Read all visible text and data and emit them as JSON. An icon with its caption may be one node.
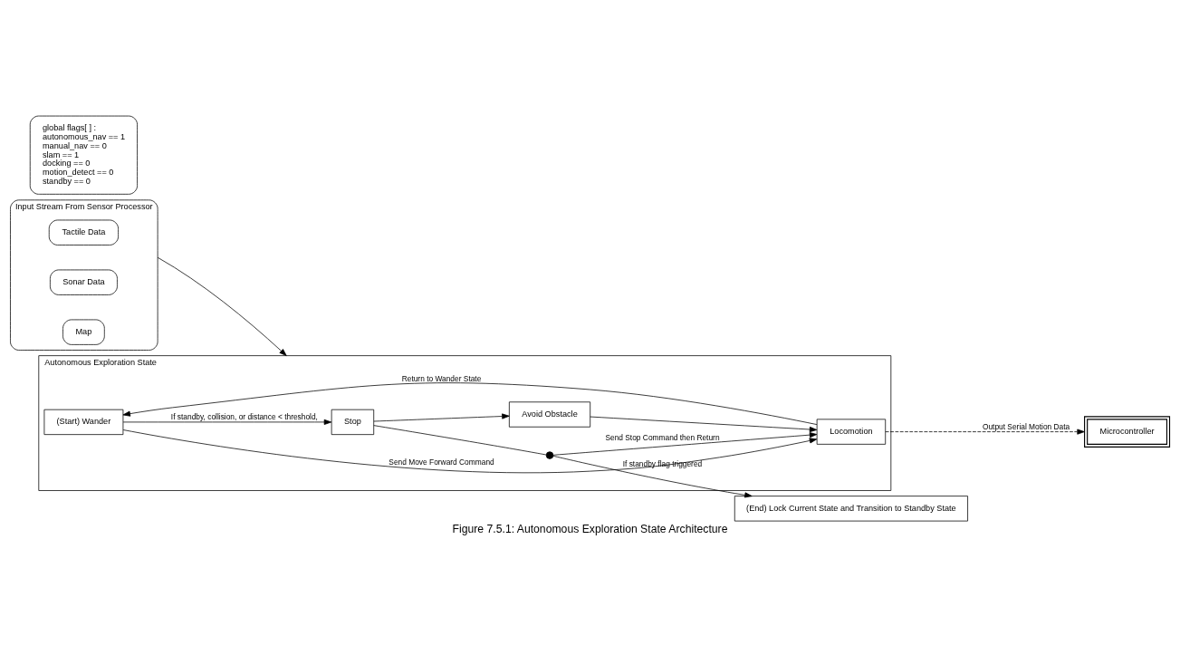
{
  "diagram": {
    "caption": "Figure 7.5.1: Autonomous Exploration State Architecture",
    "nodes": [
      {
        "text": [
          "Input Stream From Sensor Processor"
        ]
      },
      {
        "text": [
          "Tactile Data"
        ],
        "in": 0
      },
      {
        "text": [
          "Sonar Data"
        ],
        "in": 0
      },
      {
        "text": [
          "Map"
        ],
        "in": 0
      },
      {
        "text": [
          "global flags[ ] :",
          "autonomous_nav == 1",
          "manual_nav == 0",
          "slam == 1",
          "docking == 0",
          "motion_detect == 0",
          "standby == 0"
        ]
      },
      {
        "text": [
          "Autonomous Exploration State"
        ]
      },
      {
        "text": [
          "Stop"
        ],
        "in": 5
      },
      {
        "text": [
          "(Start) Wander"
        ],
        "in": 5
      },
      {
        "text": [
          "Avoid Obstacle"
        ],
        "in": 5
      },
      {
        "text": [
          "Locomotion"
        ],
        "in": 5
      },
      {
        "text": [],
        "shape": "circle",
        "in": 5
      },
      {
        "text": [
          "(End) Lock Current State and Transition to Standby State"
        ]
      },
      {
        "text": [
          "Microcontroller"
        ]
      }
    ],
    "edges": [
      {
        "from": 0,
        "to": 5,
        "arrow": "to"
      },
      {
        "from": 7,
        "to": 6,
        "arrow": "to",
        "label": "If standby, collision, or distance < threshold,"
      },
      {
        "from": 6,
        "to": 10,
        "arrow": "none"
      },
      {
        "from": 10,
        "to": 11,
        "arrow": "to",
        "label": "If standby flag triggered"
      },
      {
        "from": 10,
        "to": 9,
        "arrow": "to",
        "label": "Send Stop Command then Return"
      },
      {
        "from": 6,
        "to": 8,
        "arrow": "to"
      },
      {
        "from": 8,
        "to": 9,
        "arrow": "to"
      },
      {
        "from": 7,
        "to": 9,
        "arrow": "to",
        "label": "Send Move Forward Command"
      },
      {
        "from": 9,
        "to": 7,
        "arrow": "to",
        "label": "Return to Wander State"
      },
      {
        "from": 9,
        "to": 12,
        "arrow": "to",
        "style": "dashed",
        "label": "Output Serial Motion Data"
      }
    ]
  }
}
